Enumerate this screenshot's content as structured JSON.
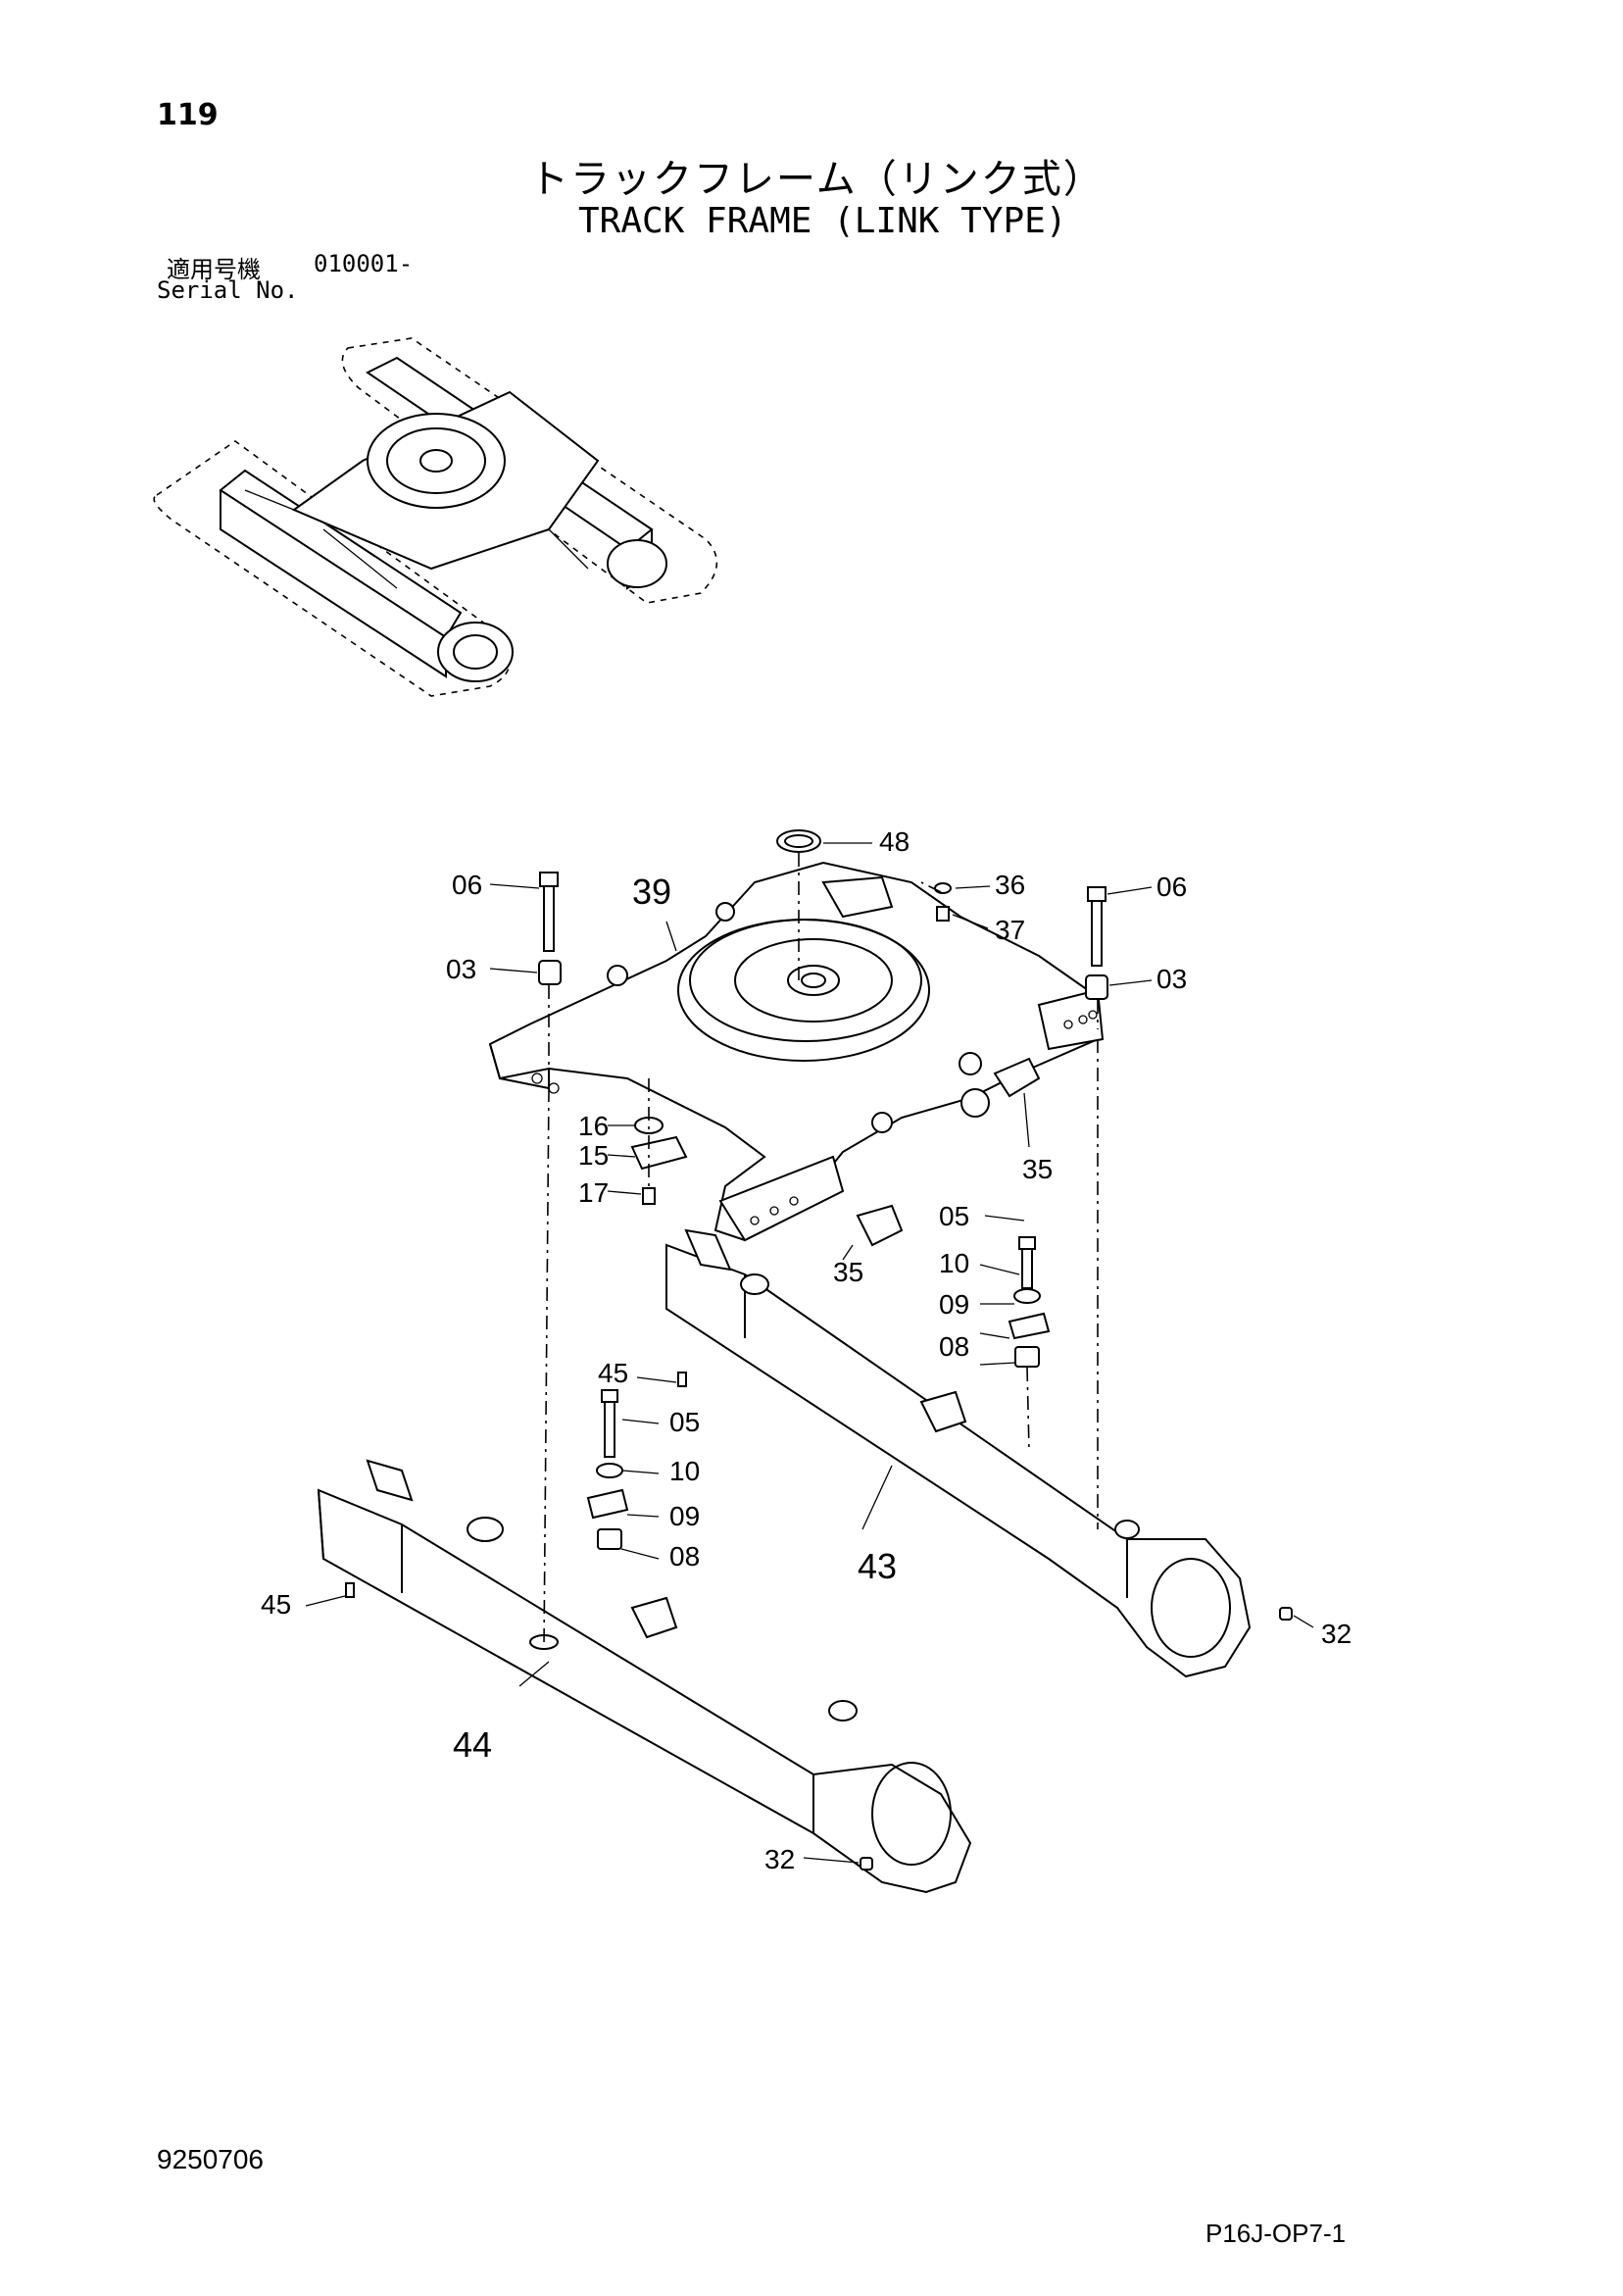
{
  "header": {
    "page_number": "119",
    "title_jp": "トラックフレーム（リンク式）",
    "title_en": "TRACK FRAME (LINK TYPE)",
    "serial_label_jp": "適用号機",
    "serial_value": "010001-",
    "serial_label_en": "Serial No."
  },
  "callouts": {
    "c48": "48",
    "c06_left": "06",
    "c39": "39",
    "c36": "36",
    "c06_right": "06",
    "c37": "37",
    "c03_left": "03",
    "c03_right": "03",
    "c16": "16",
    "c15": "15",
    "c17": "17",
    "c35_right": "35",
    "c05_right": "05",
    "c35_left": "35",
    "c10_right": "10",
    "c09_right": "09",
    "c08_right": "08",
    "c45_upper": "45",
    "c05_left": "05",
    "c10_left": "10",
    "c09_left": "09",
    "c08_left": "08",
    "c43": "43",
    "c45_lower": "45",
    "c32_right": "32",
    "c44": "44",
    "c32_left": "32"
  },
  "footer": {
    "doc_code": "9250706",
    "figure_code": "P16J-OP7-1"
  }
}
